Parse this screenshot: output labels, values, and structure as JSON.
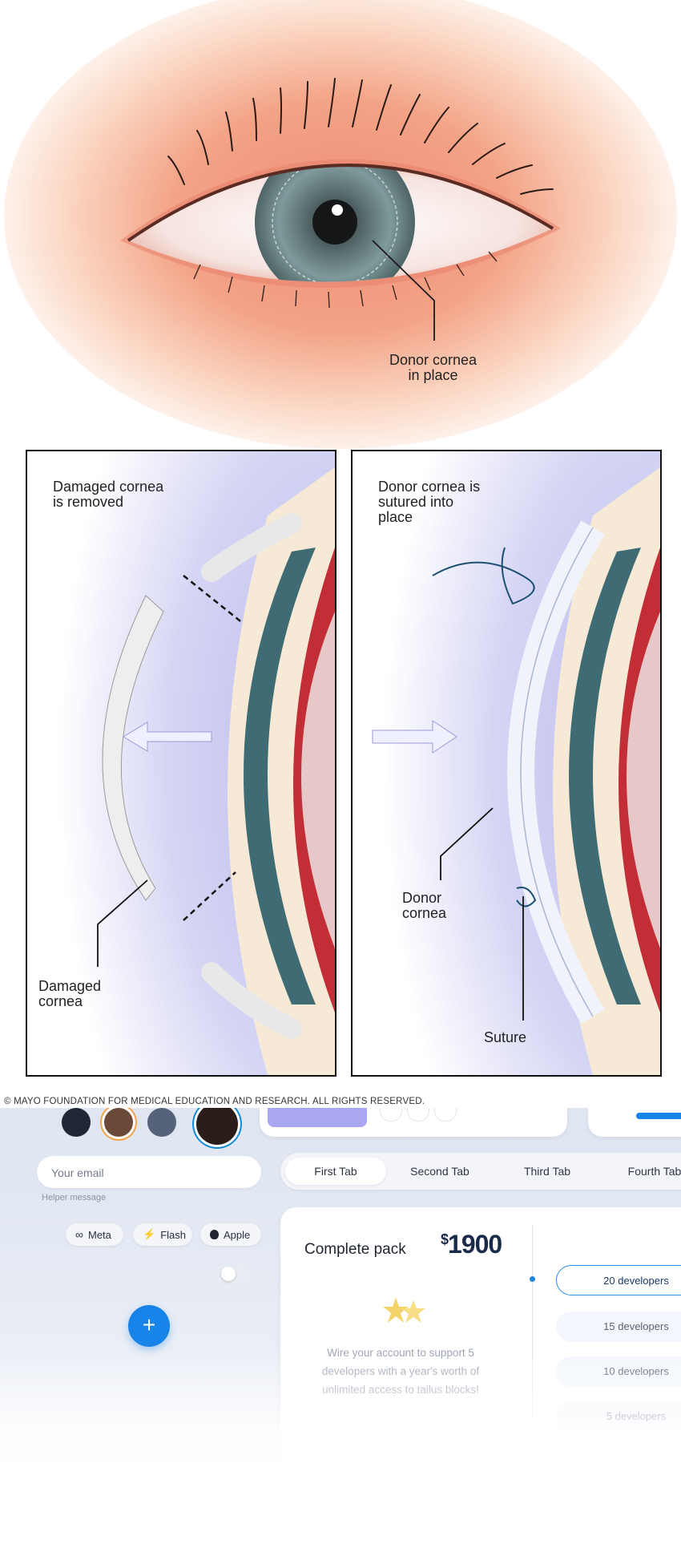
{
  "illustration": {
    "top_label": [
      "Donor cornea",
      "in place"
    ],
    "left_panel": {
      "heading": [
        "Damaged cornea",
        "is removed"
      ],
      "callout": [
        "Damaged",
        "cornea"
      ]
    },
    "right_panel": {
      "heading": [
        "Donor cornea is",
        "sutured into",
        "place"
      ],
      "callout_donor": [
        "Donor",
        "cornea"
      ],
      "callout_suture": "Suture"
    },
    "copyright": "© MAYO FOUNDATION FOR MEDICAL EDUCATION AND RESEARCH. ALL RIGHTS RESERVED.",
    "colors": {
      "skin": "#f3a184",
      "iris": "#6e8c8f",
      "panel_bg": "#c9c9f0",
      "tissue_red": "#c8303a"
    }
  },
  "ui_kit": {
    "email": {
      "placeholder": "Your email",
      "helper": "Helper message"
    },
    "chips": [
      {
        "icon": "meta-icon",
        "label": "Meta"
      },
      {
        "icon": "flash-icon",
        "label": "Flash"
      },
      {
        "icon": "apple-icon",
        "label": "Apple"
      }
    ],
    "fab_icon": "+",
    "tabs": [
      "First Tab",
      "Second Tab",
      "Third Tab",
      "Fourth Tab"
    ],
    "pricing": {
      "title": "Complete pack",
      "currency": "$",
      "price": "1900",
      "description": "Wire your account to support 5 developers with a year's worth of unlimited access to tailus blocks!",
      "options": [
        "20 developers",
        "15 developers",
        "10 developers",
        "5 developers"
      ],
      "selected": "20 developers"
    },
    "colors": {
      "accent": "#1883e8",
      "star": "#f5d36b"
    }
  }
}
